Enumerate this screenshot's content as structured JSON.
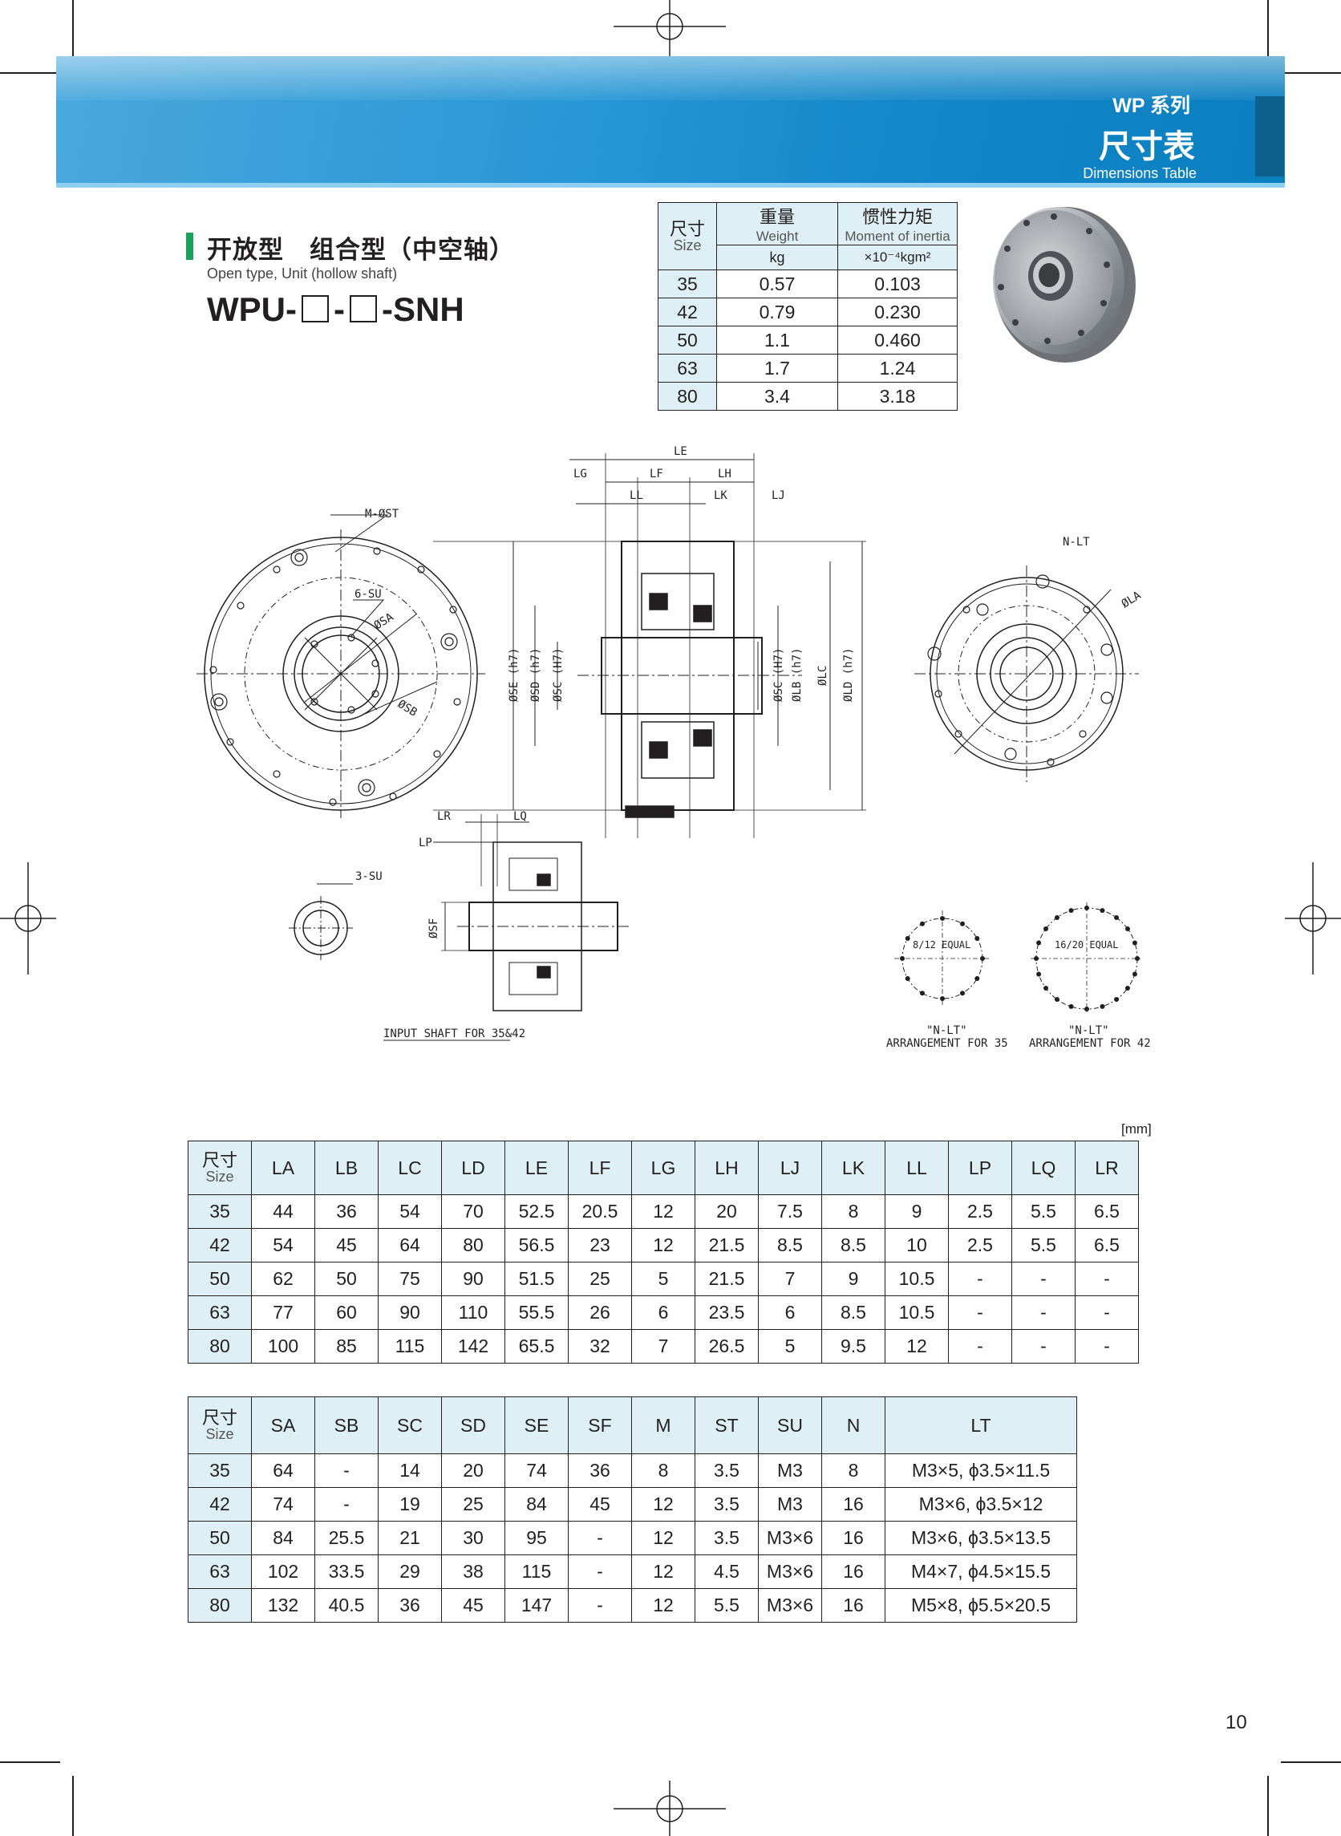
{
  "header": {
    "series": "WP 系列",
    "title": "尺寸表",
    "subtitle": "Dimensions Table"
  },
  "section": {
    "title_zh": "开放型　组合型（中空轴）",
    "title_en": "Open type, Unit (hollow shaft)",
    "model_prefix": "WPU-",
    "model_sep": "-",
    "model_suffix": "-SNH"
  },
  "weight_table": {
    "size_zh": "尺寸",
    "size_en": "Size",
    "weight_zh": "重量",
    "weight_en": "Weight",
    "weight_unit": "kg",
    "inertia_zh": "惯性力矩",
    "inertia_en": "Moment of inertia",
    "inertia_unit": "×10⁻⁴kgm²",
    "rows": [
      {
        "size": "35",
        "weight": "0.57",
        "inertia": "0.103"
      },
      {
        "size": "42",
        "weight": "0.79",
        "inertia": "0.230"
      },
      {
        "size": "50",
        "weight": "1.1",
        "inertia": "0.460"
      },
      {
        "size": "63",
        "weight": "1.7",
        "inertia": "1.24"
      },
      {
        "size": "80",
        "weight": "3.4",
        "inertia": "3.18"
      }
    ]
  },
  "drawing_labels": {
    "m_st": "M-ØST",
    "six_su": "6-SU",
    "sa": "ØSA",
    "sb": "ØSB",
    "le": "LE",
    "lg": "LG",
    "lf": "LF",
    "lh": "LH",
    "ll": "LL",
    "lk": "LK",
    "lj": "LJ",
    "se": "ØSE (h7)",
    "sd": "ØSD (h7)",
    "sc": "ØSC (H7)",
    "sc2": "ØSC (H7)",
    "lb": "ØLB (h7)",
    "lc": "ØLC",
    "ld": "ØLD (h7)",
    "n_lt": "N-LT",
    "la": "ØLA",
    "lr": "LR",
    "lq": "LQ",
    "lp": "LP",
    "sf": "ØSF",
    "three_su": "3-SU",
    "input_shaft": "INPUT SHAFT FOR 35&42",
    "equal_8_12": "8/12 EQUAL",
    "equal_16_20": "16/20 EQUAL",
    "arr_35_l1": "\"N-LT\"",
    "arr_35_l2": "ARRANGEMENT FOR 35",
    "arr_42_l1": "\"N-LT\"",
    "arr_42_l2": "ARRANGEMENT FOR 42"
  },
  "unit_note": "[mm]",
  "dim_table_1": {
    "size_zh": "尺寸",
    "size_en": "Size",
    "columns": [
      "LA",
      "LB",
      "LC",
      "LD",
      "LE",
      "LF",
      "LG",
      "LH",
      "LJ",
      "LK",
      "LL",
      "LP",
      "LQ",
      "LR"
    ],
    "rows": [
      [
        "35",
        "44",
        "36",
        "54",
        "70",
        "52.5",
        "20.5",
        "12",
        "20",
        "7.5",
        "8",
        "9",
        "2.5",
        "5.5",
        "6.5"
      ],
      [
        "42",
        "54",
        "45",
        "64",
        "80",
        "56.5",
        "23",
        "12",
        "21.5",
        "8.5",
        "8.5",
        "10",
        "2.5",
        "5.5",
        "6.5"
      ],
      [
        "50",
        "62",
        "50",
        "75",
        "90",
        "51.5",
        "25",
        "5",
        "21.5",
        "7",
        "9",
        "10.5",
        "-",
        "-",
        "-"
      ],
      [
        "63",
        "77",
        "60",
        "90",
        "110",
        "55.5",
        "26",
        "6",
        "23.5",
        "6",
        "8.5",
        "10.5",
        "-",
        "-",
        "-"
      ],
      [
        "80",
        "100",
        "85",
        "115",
        "142",
        "65.5",
        "32",
        "7",
        "26.5",
        "5",
        "9.5",
        "12",
        "-",
        "-",
        "-"
      ]
    ]
  },
  "dim_table_2": {
    "size_zh": "尺寸",
    "size_en": "Size",
    "columns": [
      "SA",
      "SB",
      "SC",
      "SD",
      "SE",
      "SF",
      "M",
      "ST",
      "SU",
      "N",
      "LT"
    ],
    "rows": [
      [
        "35",
        "64",
        "-",
        "14",
        "20",
        "74",
        "36",
        "8",
        "3.5",
        "M3",
        "8",
        "M3×5, ϕ3.5×11.5"
      ],
      [
        "42",
        "74",
        "-",
        "19",
        "25",
        "84",
        "45",
        "12",
        "3.5",
        "M3",
        "16",
        "M3×6, ϕ3.5×12"
      ],
      [
        "50",
        "84",
        "25.5",
        "21",
        "30",
        "95",
        "-",
        "12",
        "3.5",
        "M3×6",
        "16",
        "M3×6, ϕ3.5×13.5"
      ],
      [
        "63",
        "102",
        "33.5",
        "29",
        "38",
        "115",
        "-",
        "12",
        "4.5",
        "M3×6",
        "16",
        "M4×7, ϕ4.5×15.5"
      ],
      [
        "80",
        "132",
        "40.5",
        "36",
        "45",
        "147",
        "-",
        "12",
        "5.5",
        "M3×6",
        "16",
        "M5×8, ϕ5.5×20.5"
      ]
    ]
  },
  "page_number": "10"
}
